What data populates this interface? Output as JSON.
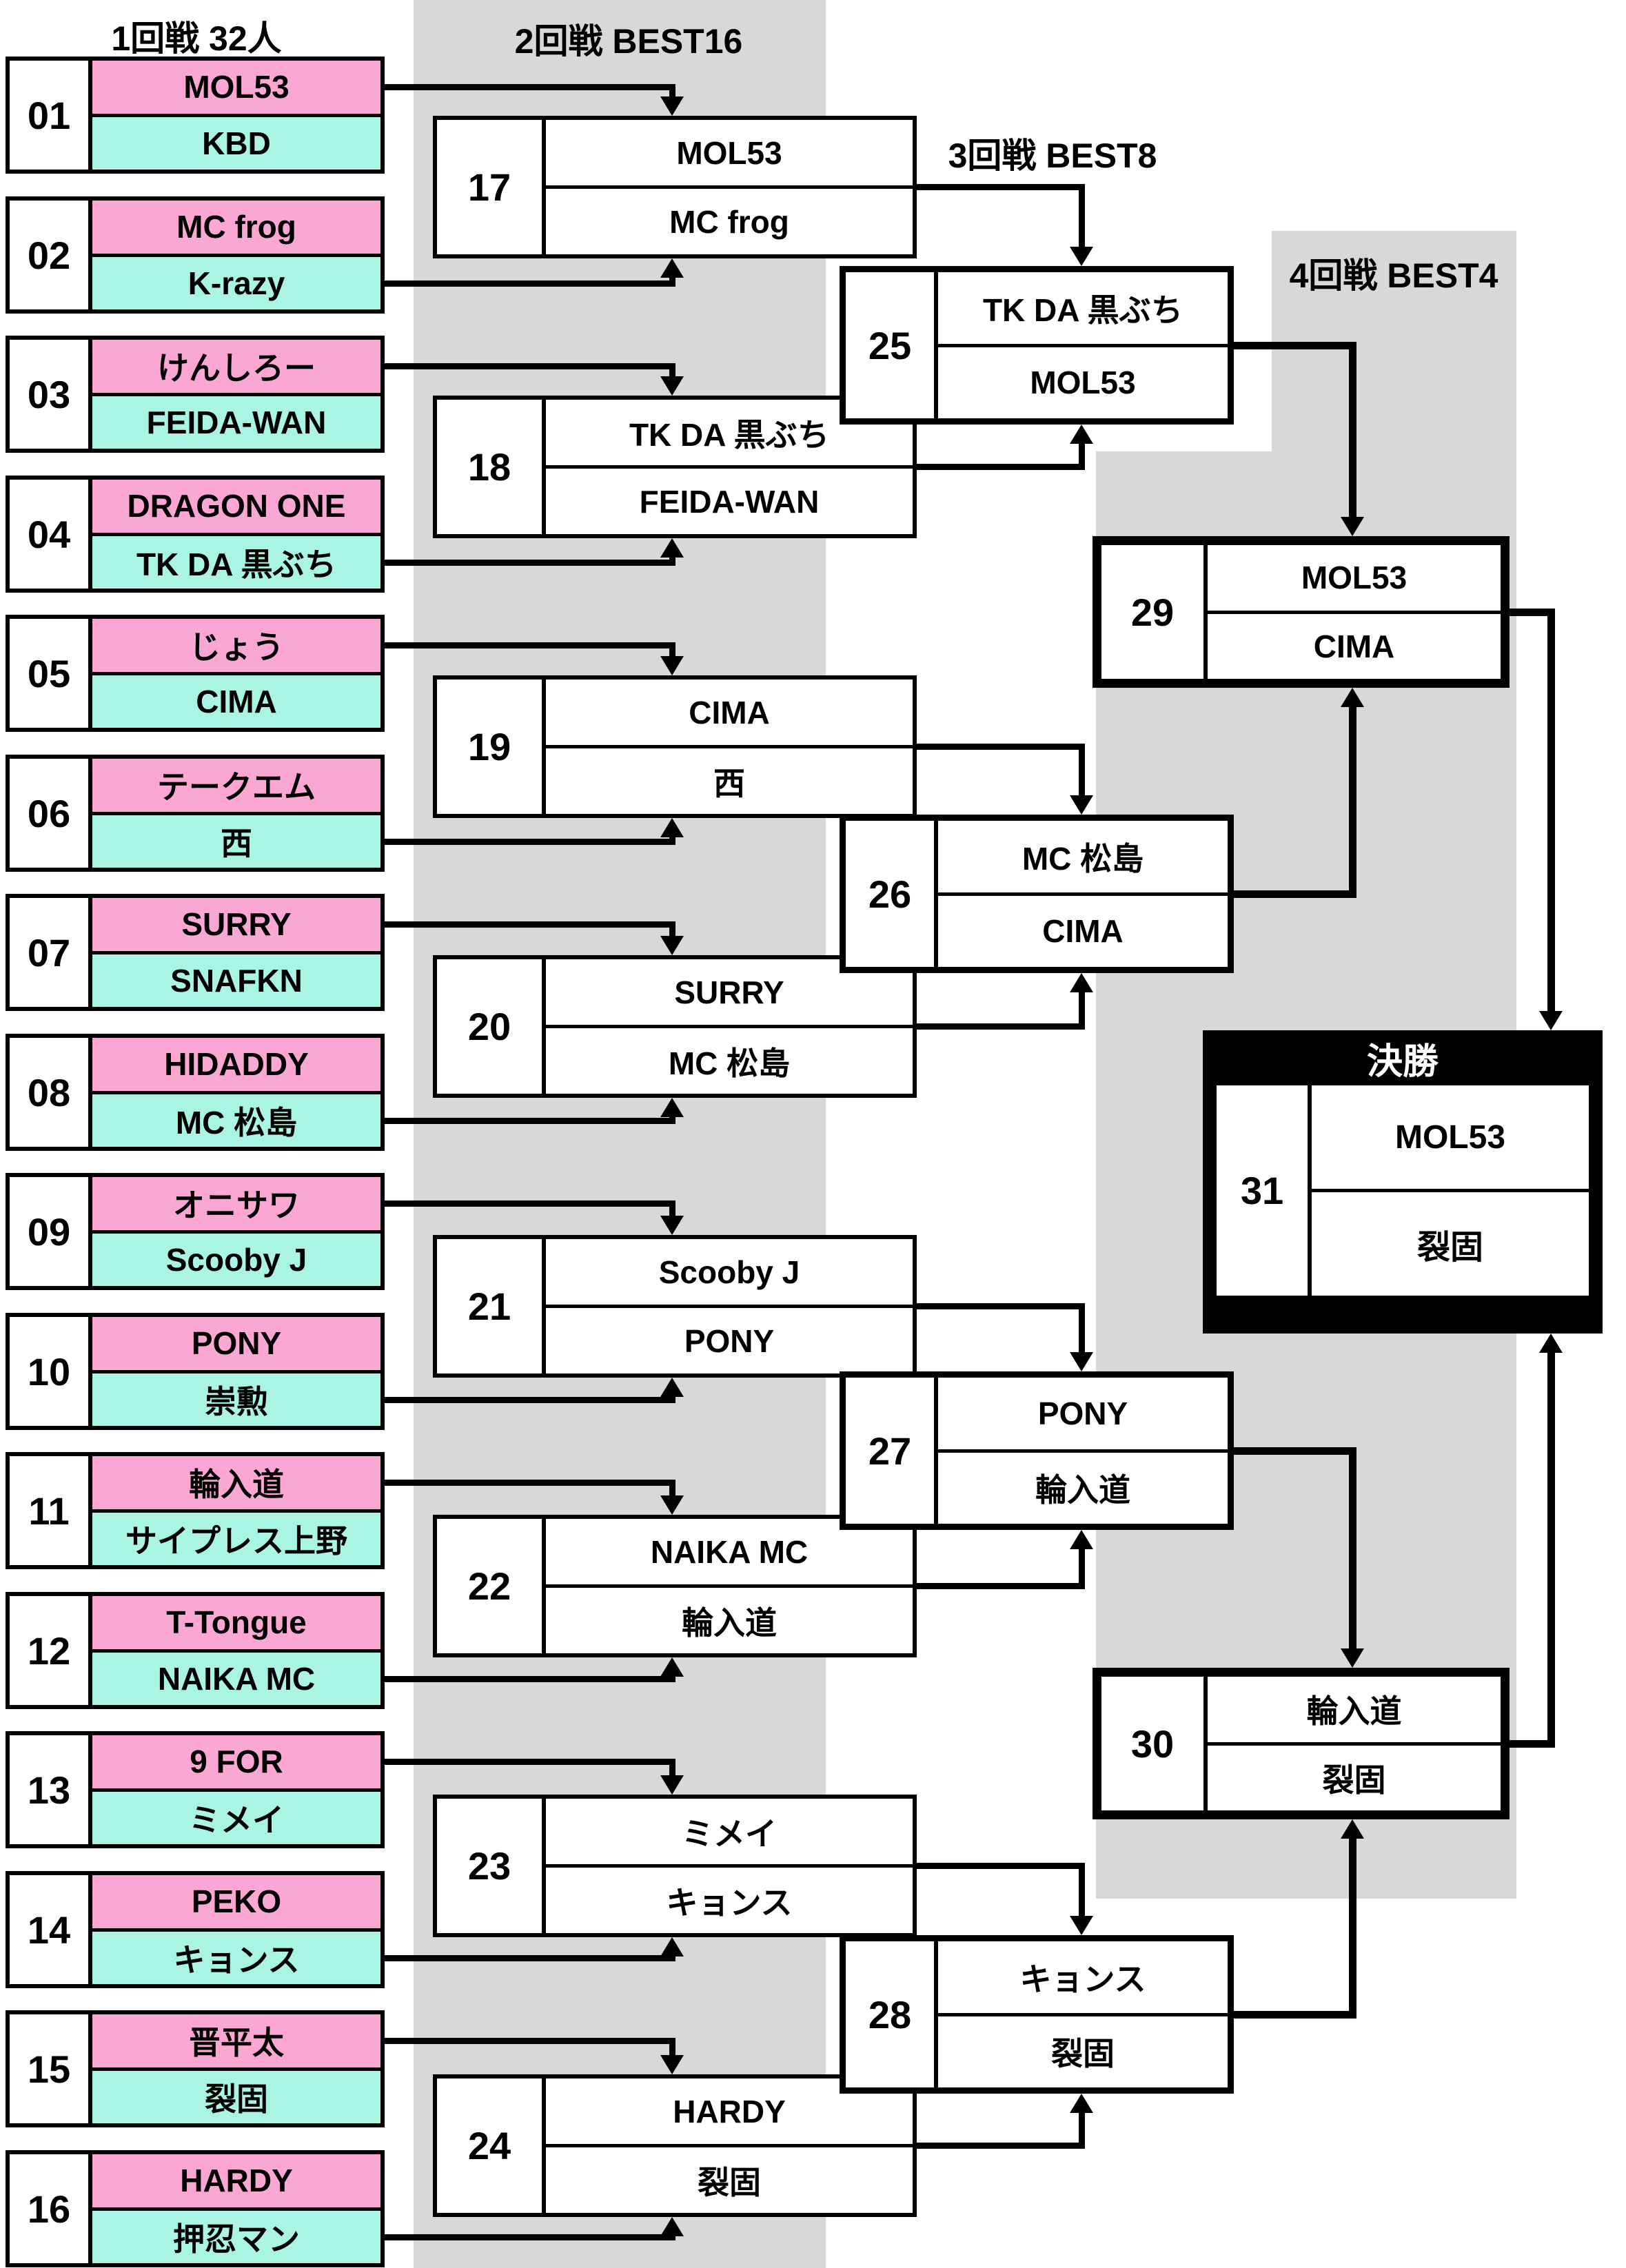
{
  "headers": {
    "round1": "1回戦 32人",
    "round2": "2回戦 BEST16",
    "round3": "3回戦 BEST8",
    "round4": "4回戦 BEST4",
    "final": "決勝"
  },
  "colors": {
    "pink": "#FAA8D3",
    "cyan": "#AAF4E3",
    "gray": "#D8D8D8",
    "black": "#000000",
    "white": "#FFFFFF"
  },
  "rounds": [
    {
      "name": "round1",
      "matches": [
        {
          "no": "01",
          "top": "MOL53",
          "bottom": "KBD"
        },
        {
          "no": "02",
          "top": "MC frog",
          "bottom": "K-razy"
        },
        {
          "no": "03",
          "top": "けんしろー",
          "bottom": "FEIDA-WAN"
        },
        {
          "no": "04",
          "top": "DRAGON ONE",
          "bottom": "TK DA 黒ぶち"
        },
        {
          "no": "05",
          "top": "じょう",
          "bottom": "CIMA"
        },
        {
          "no": "06",
          "top": "テークエム",
          "bottom": "西"
        },
        {
          "no": "07",
          "top": "SURRY",
          "bottom": "SNAFKN"
        },
        {
          "no": "08",
          "top": "HIDADDY",
          "bottom": "MC 松島"
        },
        {
          "no": "09",
          "top": "オニサワ",
          "bottom": "Scooby J"
        },
        {
          "no": "10",
          "top": "PONY",
          "bottom": "崇勲"
        },
        {
          "no": "11",
          "top": "輪入道",
          "bottom": "サイプレス上野"
        },
        {
          "no": "12",
          "top": "T-Tongue",
          "bottom": "NAIKA MC"
        },
        {
          "no": "13",
          "top": "9 FOR",
          "bottom": "ミメイ"
        },
        {
          "no": "14",
          "top": "PEKO",
          "bottom": "キョンス"
        },
        {
          "no": "15",
          "top": "晋平太",
          "bottom": "裂固"
        },
        {
          "no": "16",
          "top": "HARDY",
          "bottom": "押忍マン"
        }
      ]
    },
    {
      "name": "round2",
      "matches": [
        {
          "no": "17",
          "top": "MOL53",
          "bottom": "MC frog"
        },
        {
          "no": "18",
          "top": "TK DA 黒ぶち",
          "bottom": "FEIDA-WAN"
        },
        {
          "no": "19",
          "top": "CIMA",
          "bottom": "西"
        },
        {
          "no": "20",
          "top": "SURRY",
          "bottom": "MC 松島"
        },
        {
          "no": "21",
          "top": "Scooby J",
          "bottom": "PONY"
        },
        {
          "no": "22",
          "top": "NAIKA MC",
          "bottom": "輪入道"
        },
        {
          "no": "23",
          "top": "ミメイ",
          "bottom": "キョンス"
        },
        {
          "no": "24",
          "top": "HARDY",
          "bottom": "裂固"
        }
      ]
    },
    {
      "name": "round3",
      "matches": [
        {
          "no": "25",
          "top": "TK DA 黒ぶち",
          "bottom": "MOL53"
        },
        {
          "no": "26",
          "top": "MC 松島",
          "bottom": "CIMA"
        },
        {
          "no": "27",
          "top": "PONY",
          "bottom": "輪入道"
        },
        {
          "no": "28",
          "top": "キョンス",
          "bottom": "裂固"
        }
      ]
    },
    {
      "name": "round4",
      "matches": [
        {
          "no": "29",
          "top": "MOL53",
          "bottom": "CIMA"
        },
        {
          "no": "30",
          "top": "輪入道",
          "bottom": "裂固"
        }
      ]
    },
    {
      "name": "final",
      "matches": [
        {
          "no": "31",
          "top": "MOL53",
          "bottom": "裂固"
        }
      ]
    }
  ]
}
